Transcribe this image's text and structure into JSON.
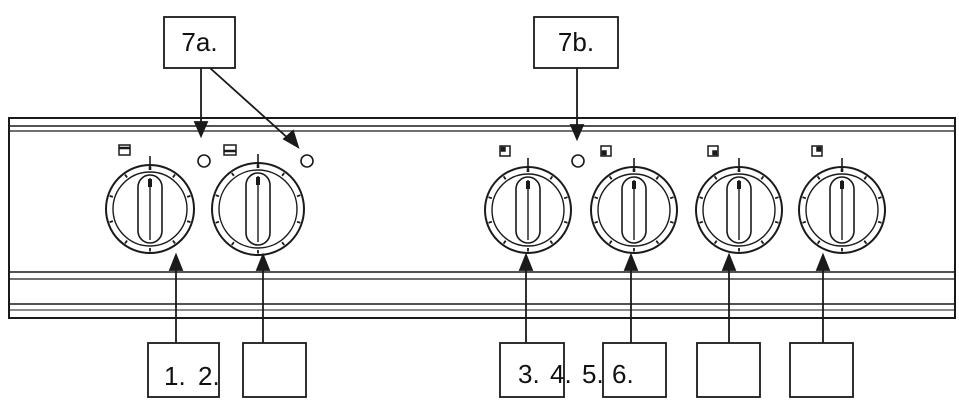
{
  "callouts": {
    "oven_lamps": "7a.",
    "hob_lamp": "7b."
  },
  "knob_labels": {
    "k1": "1.",
    "k2": "2.",
    "k3": "3.",
    "k4": "4.",
    "k5": "5.",
    "k6": "6."
  },
  "icons": {
    "k1": "oven-top-heat-icon",
    "k2": "oven-function-icon",
    "k3": "hob-rear-left-icon",
    "k4": "hob-front-left-icon",
    "k5": "hob-front-right-icon",
    "k6": "hob-rear-right-icon"
  },
  "colors": {
    "line": "#1a1a1a",
    "background": "#ffffff"
  }
}
